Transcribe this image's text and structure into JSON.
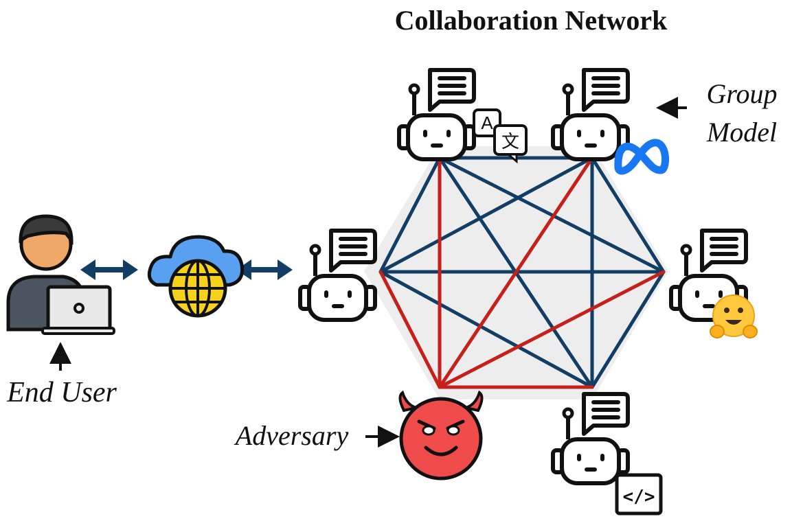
{
  "title": "Collaboration Network",
  "labels": {
    "end_user": "End User",
    "adversary": "Adversary",
    "group_model_line1": "Group",
    "group_model_line2": "Model"
  },
  "icons": {
    "translate_badge_a": "A",
    "translate_badge_b": "文",
    "code_badge": "</>"
  },
  "colors": {
    "edge_blue": "#123d64",
    "edge_red": "#c5201b",
    "hexagon_fill": "#ededed",
    "meta_blue": "#1877f2",
    "cloud_blue": "#5aa0f0",
    "globe_yellow": "#f6d21c",
    "devil_red": "#ef4b4b",
    "hug_yellow": "#ffc83d"
  },
  "nodes": [
    "top-left",
    "top-right",
    "left",
    "right",
    "bottom-left",
    "bottom-right"
  ],
  "edges": [
    {
      "from": "top-left",
      "to": "top-right",
      "color": "blue"
    },
    {
      "from": "top-left",
      "to": "left",
      "color": "blue"
    },
    {
      "from": "top-left",
      "to": "right",
      "color": "blue"
    },
    {
      "from": "top-left",
      "to": "bottom-left",
      "color": "red"
    },
    {
      "from": "top-left",
      "to": "bottom-right",
      "color": "blue"
    },
    {
      "from": "top-right",
      "to": "left",
      "color": "blue"
    },
    {
      "from": "top-right",
      "to": "right",
      "color": "blue"
    },
    {
      "from": "top-right",
      "to": "bottom-left",
      "color": "red"
    },
    {
      "from": "top-right",
      "to": "bottom-right",
      "color": "blue"
    },
    {
      "from": "left",
      "to": "right",
      "color": "blue"
    },
    {
      "from": "left",
      "to": "bottom-left",
      "color": "red"
    },
    {
      "from": "left",
      "to": "bottom-right",
      "color": "blue"
    },
    {
      "from": "right",
      "to": "bottom-left",
      "color": "red"
    },
    {
      "from": "right",
      "to": "bottom-right",
      "color": "blue"
    },
    {
      "from": "bottom-left",
      "to": "bottom-right",
      "color": "red"
    }
  ]
}
